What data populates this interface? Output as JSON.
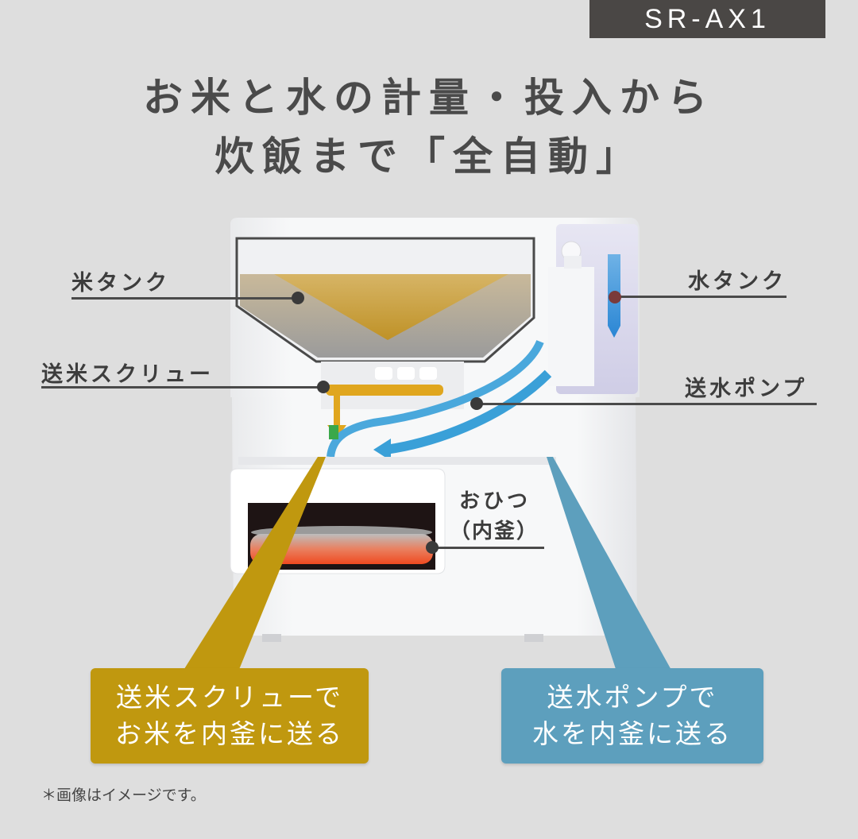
{
  "model_badge": "SR-AX1",
  "headline": {
    "line1": "お米と水の計量・投入から",
    "line2": "炊飯まで「全自動」"
  },
  "diagram": {
    "parts": [
      {
        "id": "rice-tank",
        "label": "米タンク"
      },
      {
        "id": "rice-feed-screw",
        "label": "送米スクリュー"
      },
      {
        "id": "water-tank",
        "label": "水タンク"
      },
      {
        "id": "water-pump",
        "label": "送水ポンプ"
      },
      {
        "id": "inner-pot",
        "label": "おひつ",
        "sublabel": "（内釜）"
      }
    ],
    "callouts": [
      {
        "id": "rice-callout",
        "line1": "送米スクリューで",
        "line2": "お米を内釜に送る",
        "color": "#c0980f"
      },
      {
        "id": "water-callout",
        "line1": "送水ポンプで",
        "line2": "水を内釜に送る",
        "color": "#5d9fbd"
      }
    ],
    "colors": {
      "rice": "#d4a52a",
      "water": "#3aa3dc",
      "heat": "#f06a3a",
      "body": "#f3f4f6",
      "badge": "#4a4745"
    }
  },
  "footnote": "＊画像はイメージです。"
}
